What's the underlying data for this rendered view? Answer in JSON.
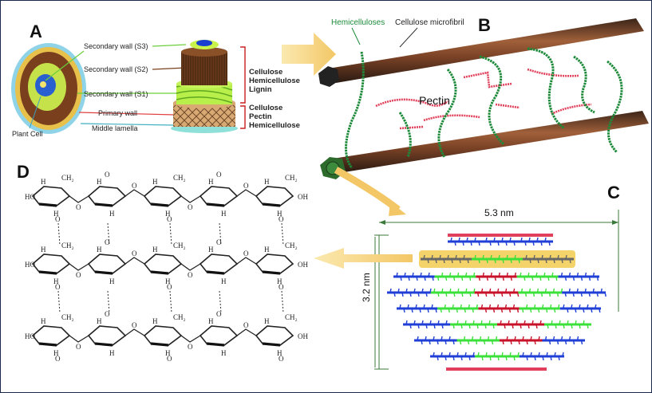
{
  "panels": {
    "a": "A",
    "b": "B",
    "c": "C",
    "d": "D"
  },
  "panel_a": {
    "labels": [
      "Secondary wall (S3)",
      "Secondary wall (S2)",
      "Secondary wall (S1)",
      "Primary wall",
      "Middle lamella",
      "Plant Cell"
    ],
    "group1": [
      "Cellulose",
      "Hemicellulose",
      "Lignin"
    ],
    "group2": [
      "Cellulose",
      "Pectin",
      "Hemicellulose"
    ]
  },
  "panel_b": {
    "hemicelluloses": "Hemicelluloses",
    "microfibril": "Cellulose microfibril",
    "pectin": "Pectin"
  },
  "panel_c": {
    "width": "5.3 nm",
    "height": "3.2 nm"
  },
  "panel_d": {
    "atoms": {
      "h": "H",
      "o": "O",
      "ho": "HO",
      "oh": "OH",
      "ch2": "CH₂"
    }
  },
  "colors": {
    "blue": "#1f3fd6",
    "green": "#3be03b",
    "red": "#c8122a",
    "gray": "#666666",
    "magenta": "#e0405a",
    "yellow": "#f7d56b",
    "rod": "#8a4a2c"
  }
}
